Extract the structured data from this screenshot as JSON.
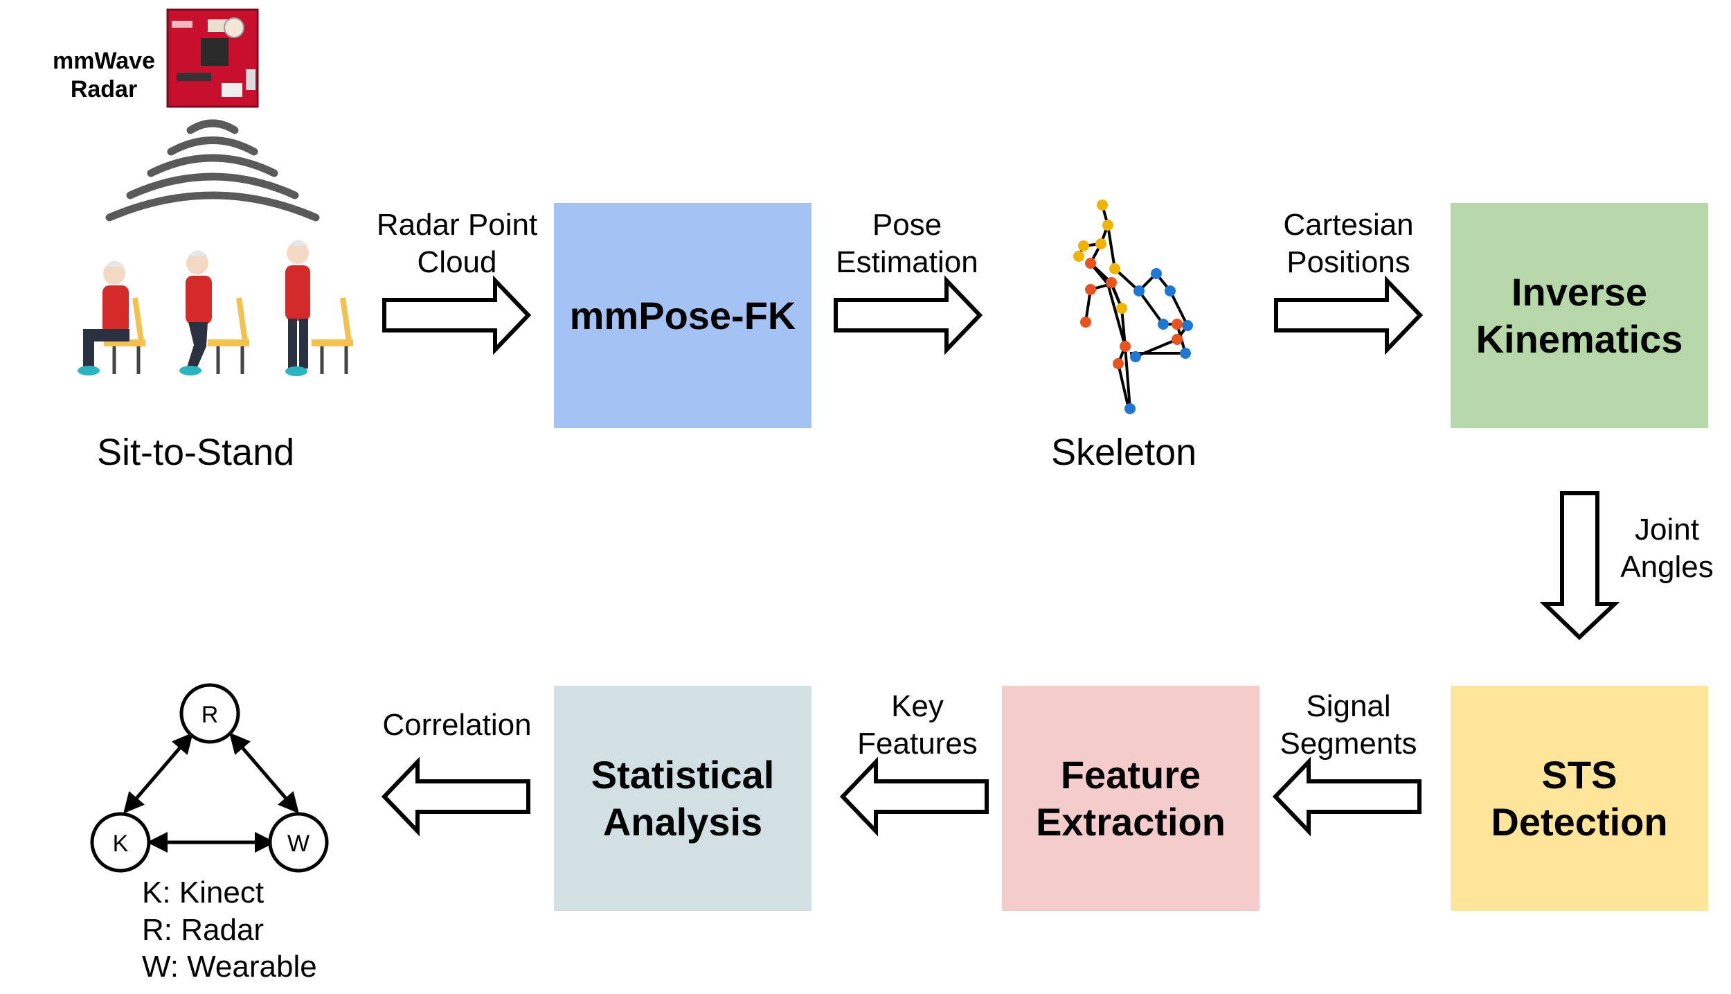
{
  "radar_label": "mmWave\nRadar",
  "sts_caption": "Sit-to-Stand",
  "skeleton_caption": "Skeleton",
  "boxes": {
    "mmpose": {
      "label": "mmPose-FK",
      "color": "#a4c2f4"
    },
    "inverse_kinematics": {
      "label": "Inverse\nKinematics",
      "color": "#b6d7a8"
    },
    "sts_detection": {
      "label": "STS\nDetection",
      "color": "#ffe599"
    },
    "feature_extraction": {
      "label": "Feature\nExtraction",
      "color": "#f4cccc"
    },
    "statistical_analysis": {
      "label": "Statistical\nAnalysis",
      "color": "#d0e0e3"
    }
  },
  "arrows": {
    "radar_point_cloud": "Radar Point\nCloud",
    "pose_estimation": "Pose\nEstimation",
    "cartesian_positions": "Cartesian\nPositions",
    "joint_angles": "Joint\nAngles",
    "signal_segments": "Signal\nSegments",
    "key_features": "Key\nFeatures",
    "correlation": "Correlation"
  },
  "correlation_graph": {
    "nodes": {
      "r": "R",
      "k": "K",
      "w": "W"
    },
    "legend": [
      "K: Kinect",
      "R: Radar",
      "W: Wearable"
    ]
  },
  "colors": {
    "board_red": "#c8102e",
    "person_top": "#d42a2a",
    "person_pants": "#2b3140",
    "chair": "#f2c14e",
    "shoes": "#2bb3c0",
    "joint_orange": "#f0b400",
    "joint_blue": "#1f77d4",
    "joint_red": "#e8531f"
  }
}
